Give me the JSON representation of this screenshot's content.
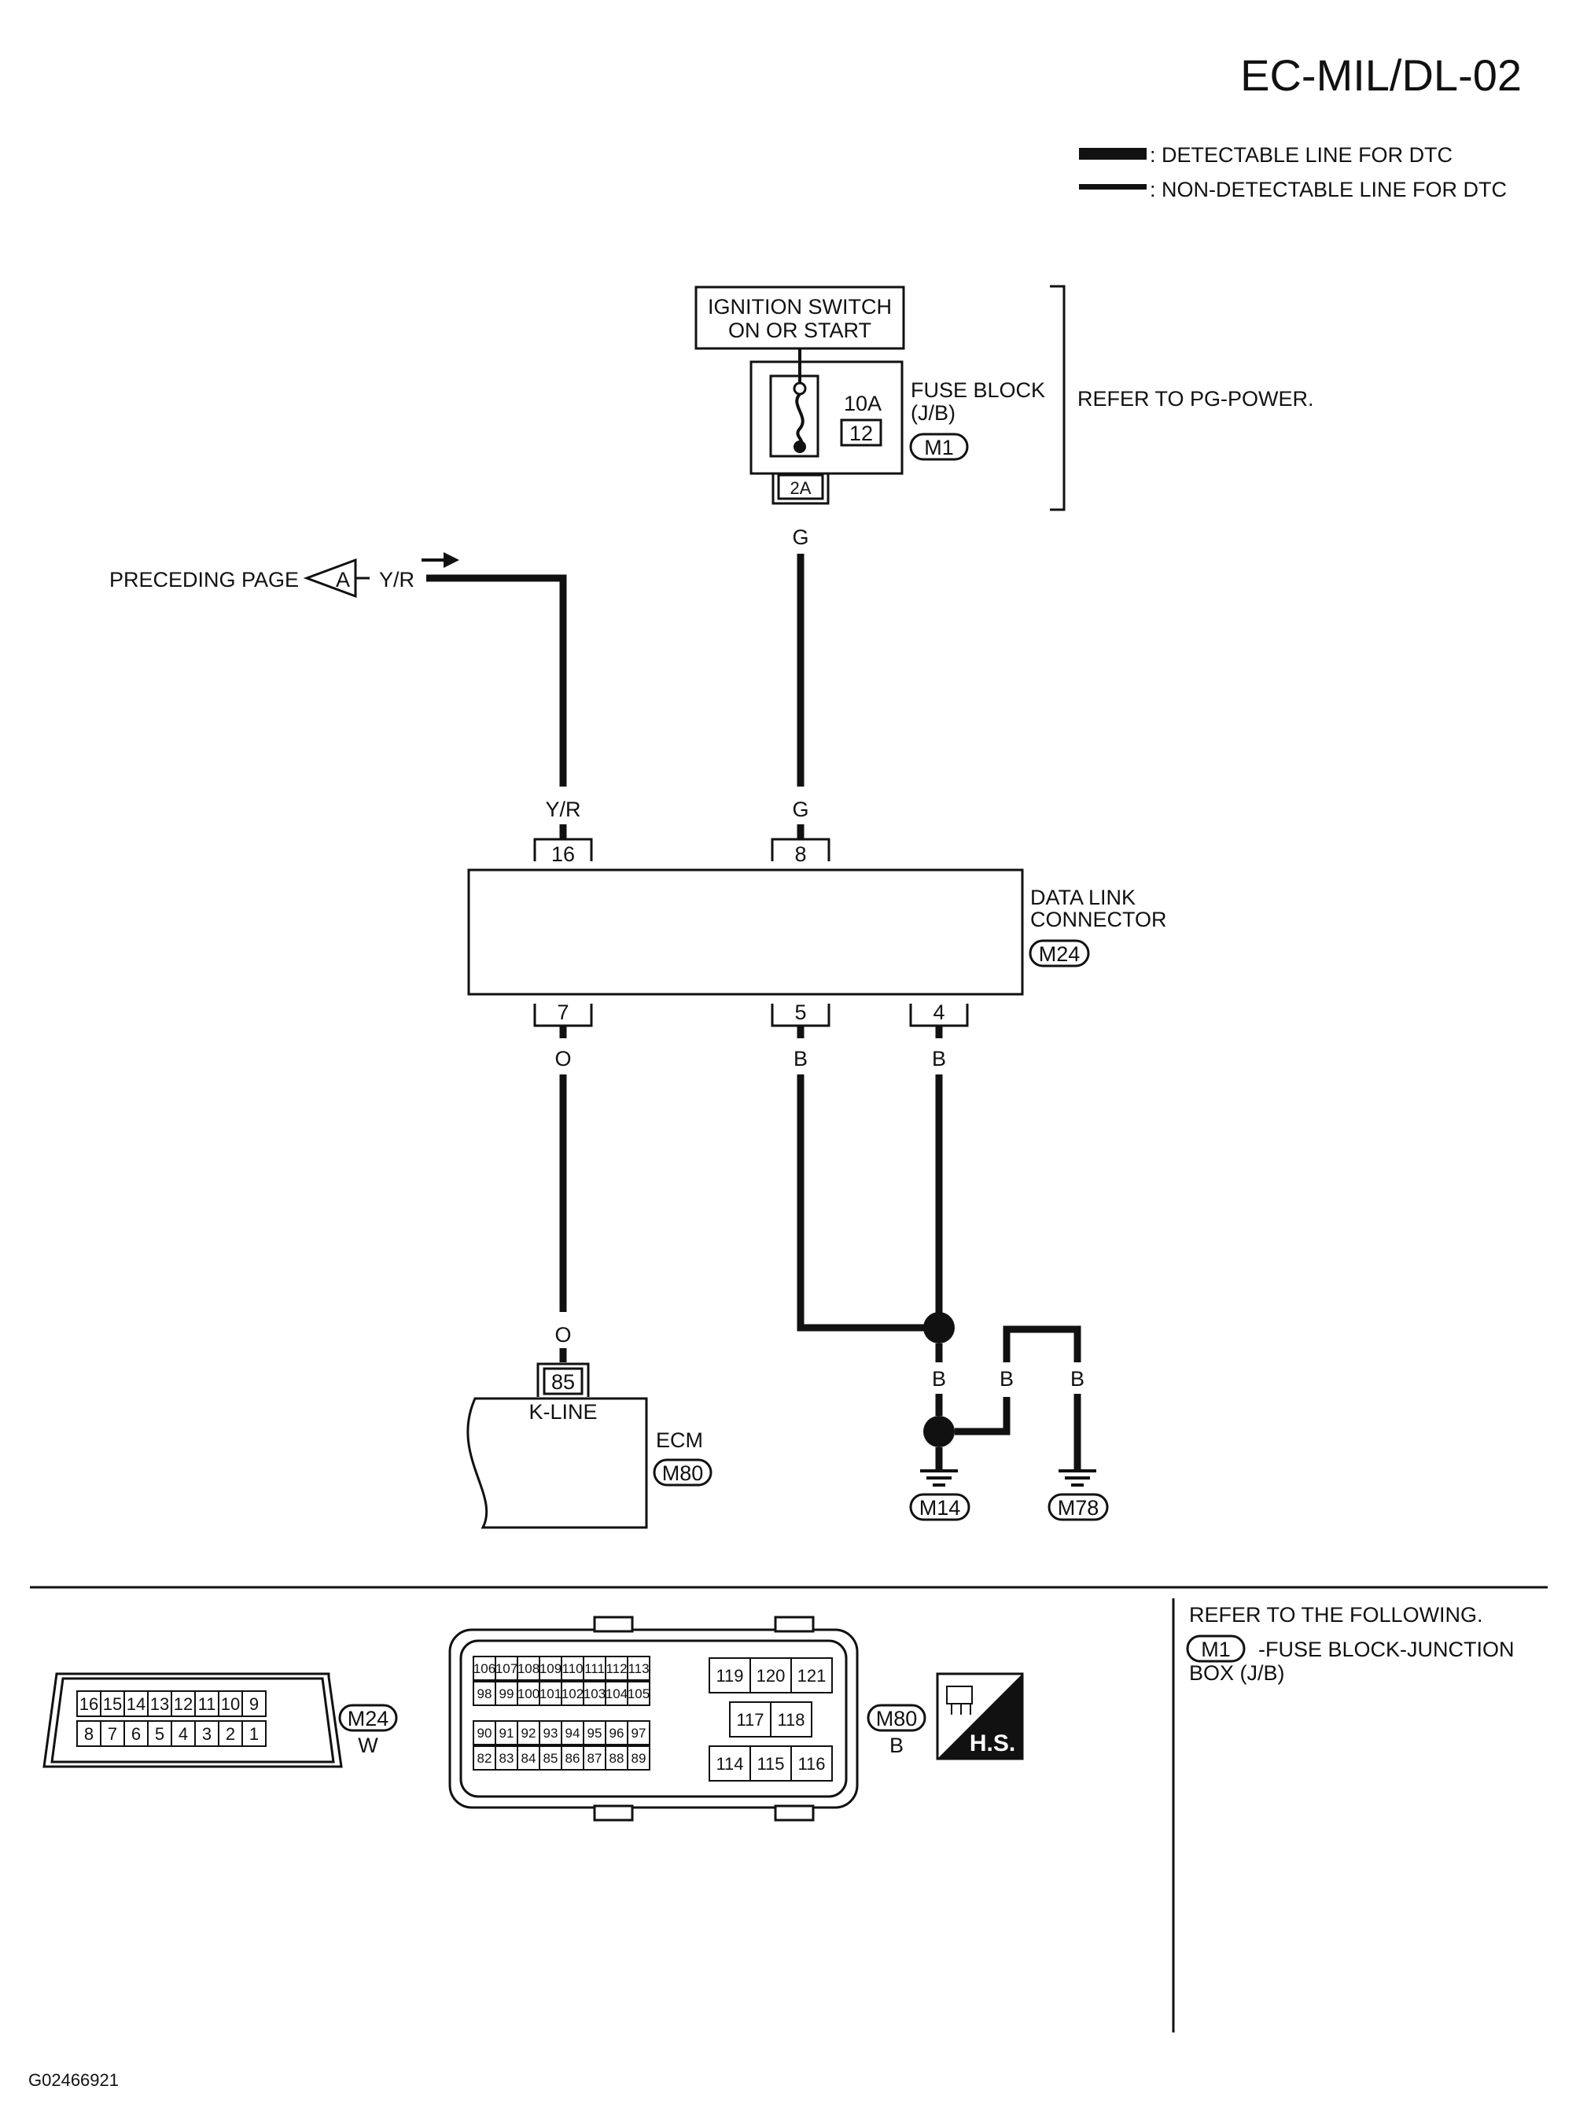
{
  "header": {
    "title": "EC-MIL/DL-02",
    "footer_code": "G02466921"
  },
  "legend": {
    "detectable": ": DETECTABLE LINE FOR DTC",
    "non_detectable": ": NON-DETECTABLE LINE FOR DTC"
  },
  "ignition": {
    "line1": "IGNITION SWITCH",
    "line2": "ON OR START"
  },
  "fuse_block": {
    "rating": "10A",
    "number": "12",
    "name1": "FUSE BLOCK",
    "name2": "(J/B)",
    "connector": "M1",
    "terminal": "2A",
    "refer": "REFER TO PG-POWER."
  },
  "preceding": {
    "label": "PRECEDING PAGE",
    "marker": "A",
    "wire": "Y/R"
  },
  "wires": {
    "g_top": "G",
    "yr_dlc": "Y/R",
    "g_dlc": "G",
    "o_dlc": "O",
    "b5": "B",
    "b4": "B",
    "o_ecm": "O",
    "b_a": "B",
    "b_b": "B",
    "b_c": "B"
  },
  "dlc": {
    "name1": "DATA LINK",
    "name2": "CONNECTOR",
    "connector": "M24",
    "pins_top": [
      "16",
      "8"
    ],
    "pins_bottom": [
      "7",
      "5",
      "4"
    ]
  },
  "ecm": {
    "pin": "85",
    "pin_label": "K-LINE",
    "name": "ECM",
    "connector": "M80"
  },
  "grounds": [
    "M14",
    "M78"
  ],
  "connector_views": {
    "m24": {
      "id": "M24",
      "color": "W",
      "top_row": [
        "16",
        "15",
        "14",
        "13",
        "12",
        "11",
        "10",
        "9"
      ],
      "bottom_row": [
        "8",
        "7",
        "6",
        "5",
        "4",
        "3",
        "2",
        "1"
      ]
    },
    "m80": {
      "id": "M80",
      "color": "B",
      "left_rows": [
        [
          "106",
          "107",
          "108",
          "109",
          "110",
          "111",
          "112",
          "113"
        ],
        [
          "98",
          "99",
          "100",
          "101",
          "102",
          "103",
          "104",
          "105"
        ],
        [
          "90",
          "91",
          "92",
          "93",
          "94",
          "95",
          "96",
          "97"
        ],
        [
          "82",
          "83",
          "84",
          "85",
          "86",
          "87",
          "88",
          "89"
        ]
      ],
      "right_rows": [
        [
          "119",
          "120",
          "121"
        ],
        [
          "117",
          "118"
        ],
        [
          "114",
          "115",
          "116"
        ]
      ],
      "hs_label": "H.S."
    }
  },
  "refer_panel": {
    "line1": "REFER TO THE FOLLOWING.",
    "connector": "M1",
    "text": "-FUSE BLOCK-JUNCTION",
    "text2": "BOX (J/B)"
  }
}
